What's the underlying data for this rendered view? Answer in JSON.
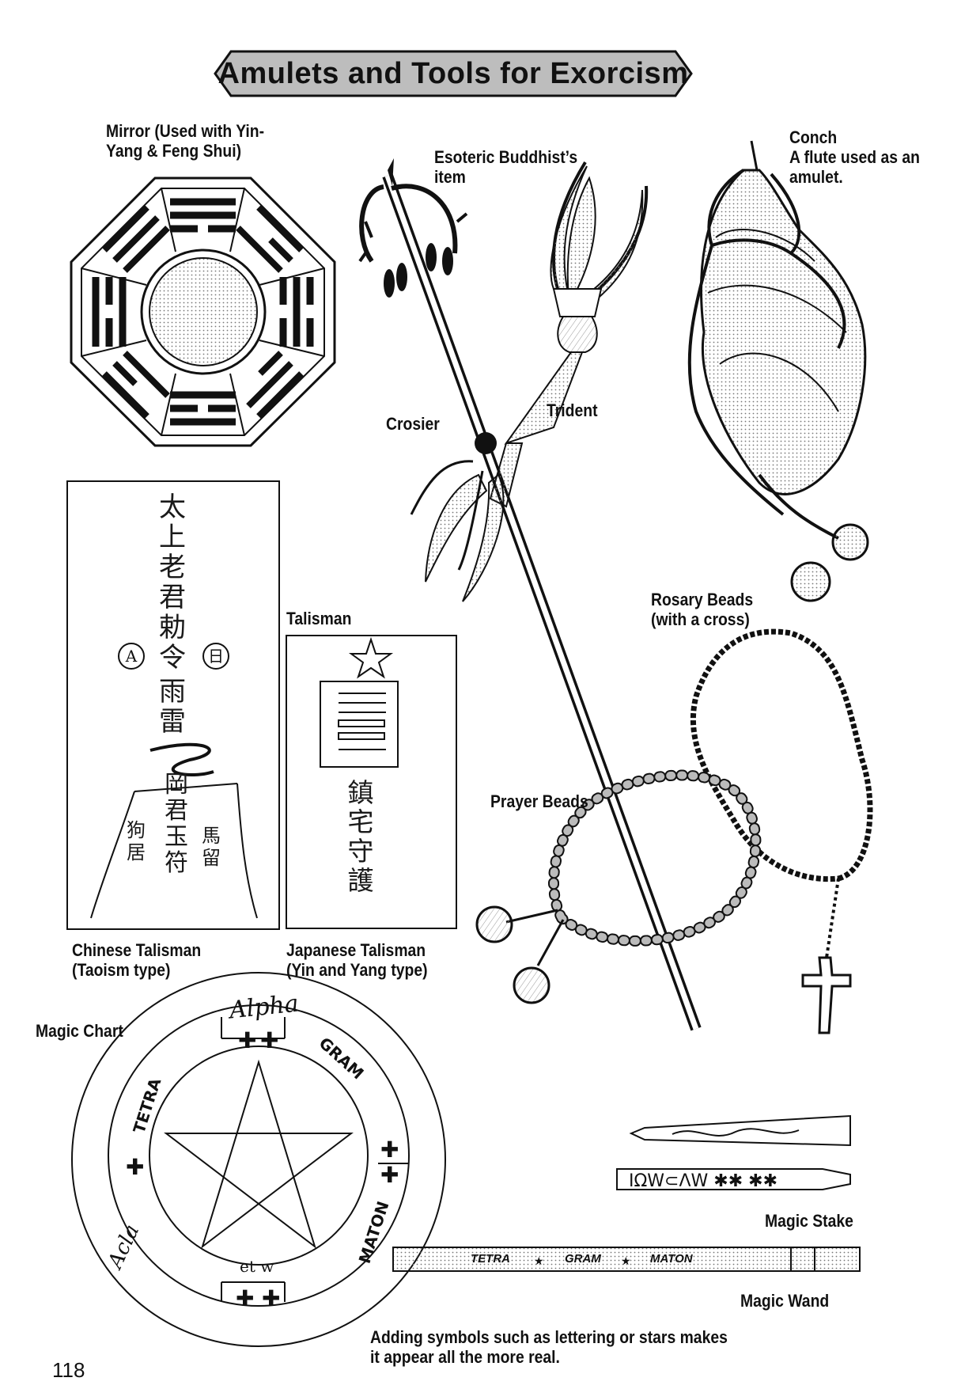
{
  "page": {
    "title": "Amulets and Tools for Exorcism",
    "page_number": "118"
  },
  "labels": {
    "mirror": [
      "Mirror (Used with Yin-",
      "Yang & Feng Shui)"
    ],
    "esoteric": [
      "Esoteric Buddhist’s",
      "item"
    ],
    "conch": [
      "Conch",
      "A flute used as an",
      "amulet."
    ],
    "crosier": "Crosier",
    "trident": "Trident",
    "talisman": "Talisman",
    "rosary": [
      "Rosary Beads",
      "(with a cross)"
    ],
    "prayer_beads": "Prayer Beads",
    "chinese_talisman": [
      "Chinese Talisman",
      "(Taoism type)"
    ],
    "japanese_talisman": [
      "Japanese Talisman",
      "(Yin and Yang type)"
    ],
    "magic_chart": "Magic Chart",
    "magic_stake": "Magic Stake",
    "magic_wand": "Magic Wand",
    "note": [
      "Adding symbols such as lettering or stars makes",
      "it appear all the more real."
    ]
  },
  "chart_circle_text": {
    "top": "Alpha",
    "gram": "GRAM",
    "tetra": "TETRA",
    "maton": "MATON",
    "left": "Acla",
    "bottom": "et w"
  },
  "wand_text": {
    "t1": "TETRA",
    "t2": "GRAM",
    "t3": "MATON"
  },
  "chinese_talisman_text": {
    "column": "太上老君勅令",
    "left_mark": "A",
    "right_mark": "日",
    "middle": "雨雷",
    "lower": "岡君玉符",
    "side_left": "狗居",
    "side_right": "馬留"
  },
  "japanese_talisman_text": {
    "column": "鎮宅守護"
  }
}
